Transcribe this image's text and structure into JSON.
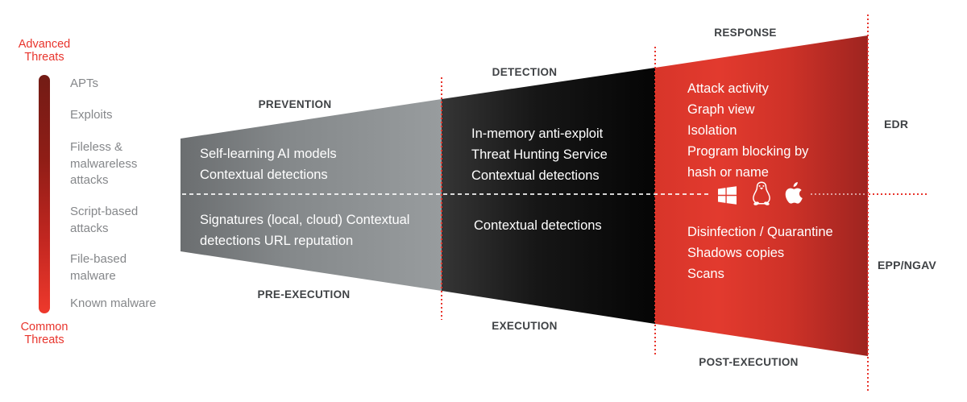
{
  "left_panel": {
    "advanced_label": "Advanced\nThreats",
    "common_label": "Common\nThreats",
    "threats": {
      "apts": "APTs",
      "exploits": "Exploits",
      "fileless": "Fileless &\nmalwareless\nattacks",
      "script_based": "Script-based\nattacks",
      "file_based": "File-based\nmalware",
      "known_malware": "Known malware"
    }
  },
  "phases": {
    "prevention": "PREVENTION",
    "detection": "DETECTION",
    "response": "RESPONSE",
    "pre_execution": "PRE-EXECUTION",
    "execution": "EXECUTION",
    "post_execution": "POST-EXECUTION"
  },
  "segments": {
    "prevention_top": "Self-learning AI models\nContextual detections",
    "prevention_bottom": "Signatures (local, cloud) Contextual\ndetections URL reputation",
    "detection_top": "In-memory anti-exploit\nThreat Hunting Service\nContextual detections",
    "detection_bottom": "Contextual detections",
    "response_top": "Attack activity\nGraph view\nIsolation\nProgram blocking by\nhash or name",
    "response_bottom": "Disinfection / Quarantine\nShadows copies\nScans"
  },
  "right_labels": {
    "edr": "EDR",
    "epp_ngav": "EPP/NGAV"
  },
  "icons": {
    "windows": "windows-logo",
    "linux": "linux-tux-logo",
    "apple": "apple-logo"
  },
  "colors": {
    "accent_red": "#e8342c",
    "gray_segment_start": "#6b6e70",
    "gray_segment_end": "#989c9e",
    "black_segment_start": "#353535",
    "black_segment_end": "#050505",
    "red_segment_start": "#e23a2e",
    "red_segment_end": "#9e2420",
    "bar_top": "#731c15",
    "bar_bottom": "#ee392c",
    "threat_text_gray": "#85878a",
    "header_dark": "#3f4245",
    "white_text": "#ffffff"
  }
}
